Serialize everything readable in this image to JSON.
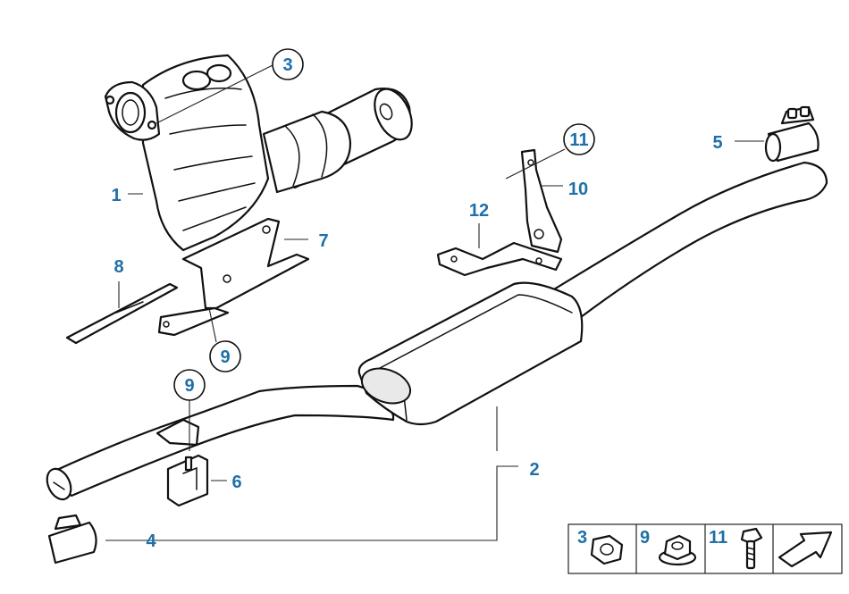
{
  "callouts": {
    "c1": "1",
    "c2": "2",
    "c3": "3",
    "c4": "4",
    "c5": "5",
    "c6": "6",
    "c7": "7",
    "c8": "8",
    "c9a": "9",
    "c9b": "9",
    "c10": "10",
    "c11": "11",
    "c12": "12"
  },
  "legend": {
    "items": [
      "3",
      "9",
      "11"
    ]
  },
  "colors": {
    "callout_text": "#1f6fa8",
    "line": "#111111"
  }
}
